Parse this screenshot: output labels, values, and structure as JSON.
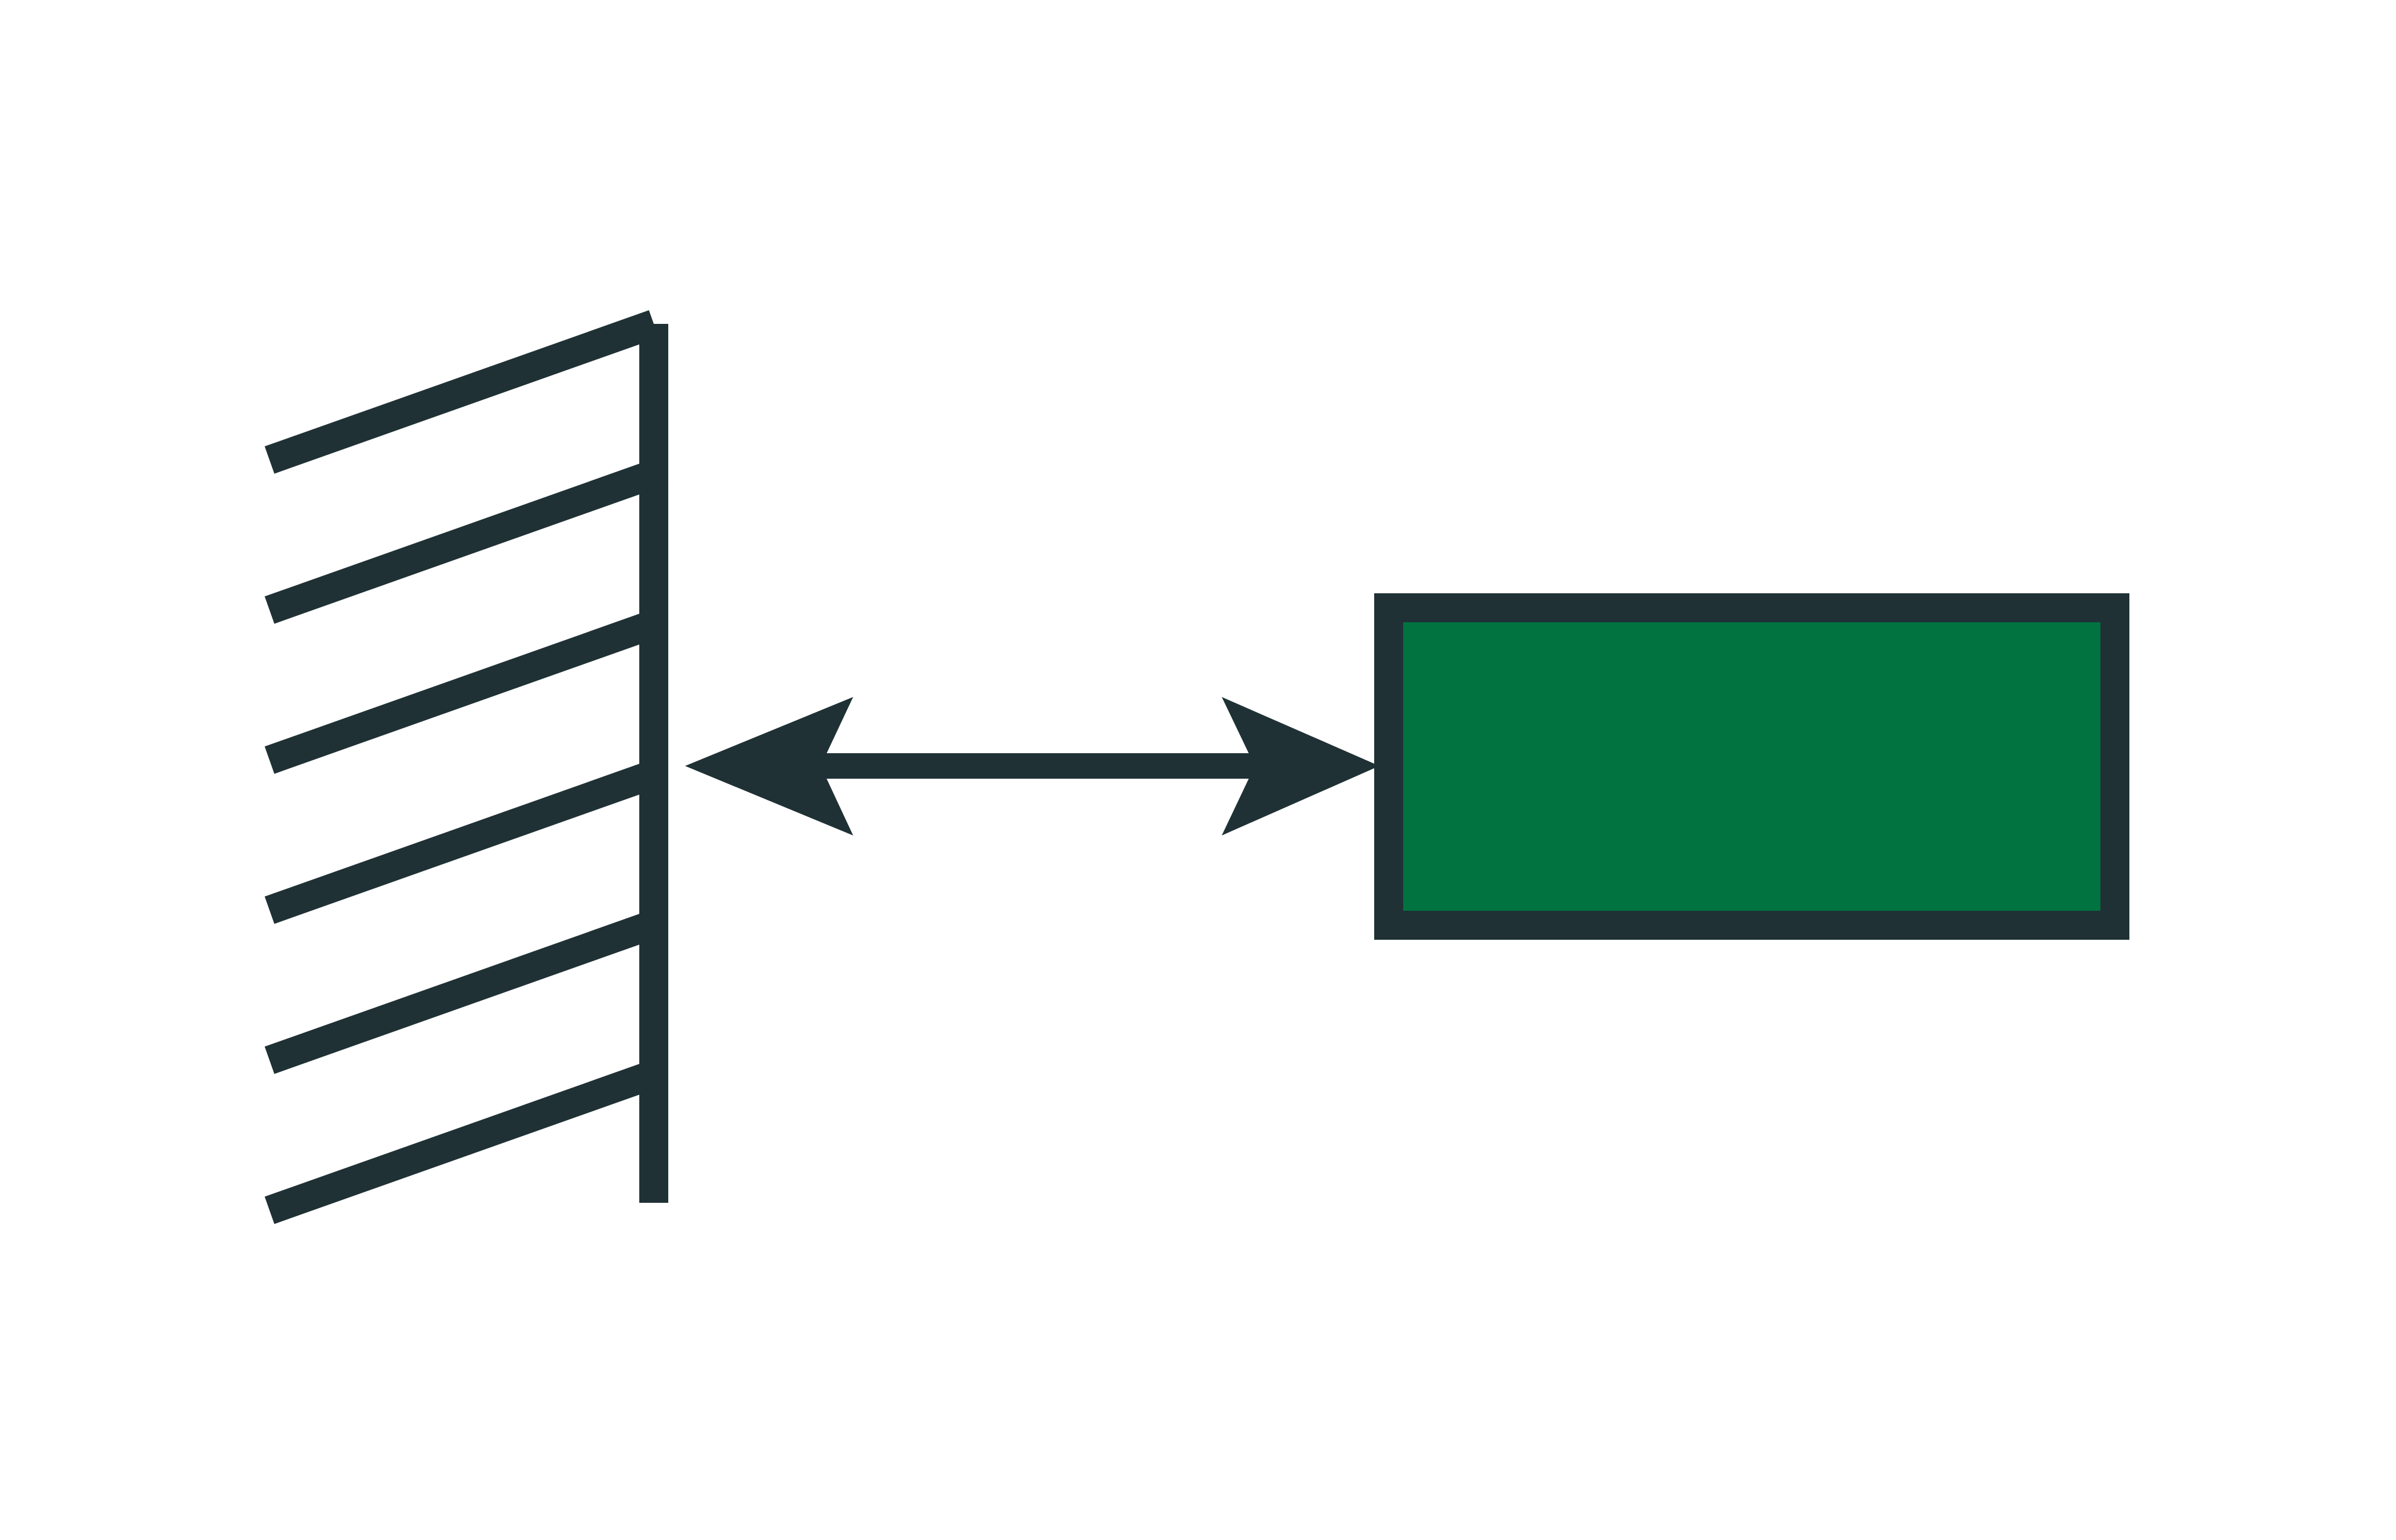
{
  "diagram": {
    "colors": {
      "stroke": "#1f3135",
      "block_fill": "#007340",
      "background": "#ffffff"
    },
    "wall": {
      "hatch_count": 6
    },
    "arrow": {
      "kind": "double-headed"
    },
    "block": {
      "shape": "rectangle"
    }
  }
}
